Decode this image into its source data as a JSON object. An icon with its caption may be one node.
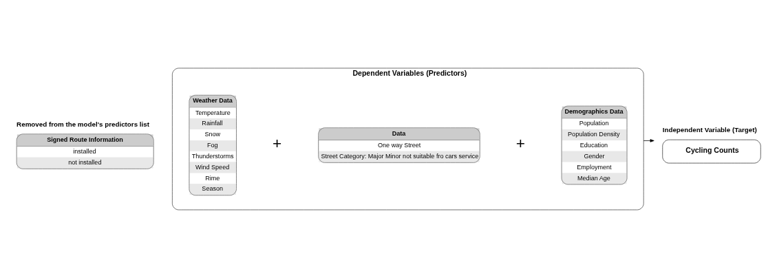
{
  "diagram": {
    "nodes": [
      {
        "text": [
          "Signed Route Information",
          "installed",
          "not installed"
        ],
        "beside": [
          "Removed from the model's predictors list"
        ]
      },
      {
        "text": [
          "Dependent Variables (Predictors)"
        ]
      },
      {
        "text": [
          "Weather Data",
          "Temperature",
          "Rainfall",
          "Snow",
          "Fog",
          "Thunderstorms",
          "Wind Speed",
          "Rime",
          "Season"
        ],
        "in": 1
      },
      {
        "text": [
          "Data",
          "One way Street",
          "Street Category: Major Minor not suitable fro cars service"
        ],
        "in": 1
      },
      {
        "text": [
          "Demographics Data",
          "Population",
          "Population Density",
          "Education",
          "Gender",
          "Employment",
          "Median Age"
        ],
        "in": 1
      },
      {
        "text": [
          "Cycling Counts"
        ],
        "beside": [
          "Independent Variable (Target)"
        ]
      }
    ],
    "edges": [
      {
        "from": 1,
        "to": 5,
        "arrow": "to"
      }
    ],
    "labels": [
      "+",
      "+"
    ]
  }
}
